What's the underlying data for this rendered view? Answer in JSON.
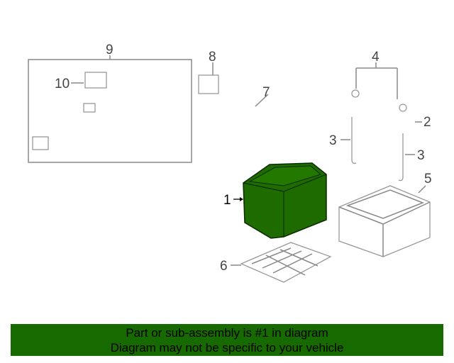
{
  "callouts": {
    "c1": "1",
    "c2": "2",
    "c3a": "3",
    "c3b": "3",
    "c4": "4",
    "c5": "5",
    "c6": "6",
    "c7": "7",
    "c8": "8",
    "c9": "9",
    "c10": "10"
  },
  "banner": {
    "line1": "Part or sub-assembly is #1 in diagram",
    "line2": "Diagram may not be specific to your vehicle"
  },
  "colors": {
    "highlight": "#176a00",
    "battery": "#1e6b00"
  }
}
